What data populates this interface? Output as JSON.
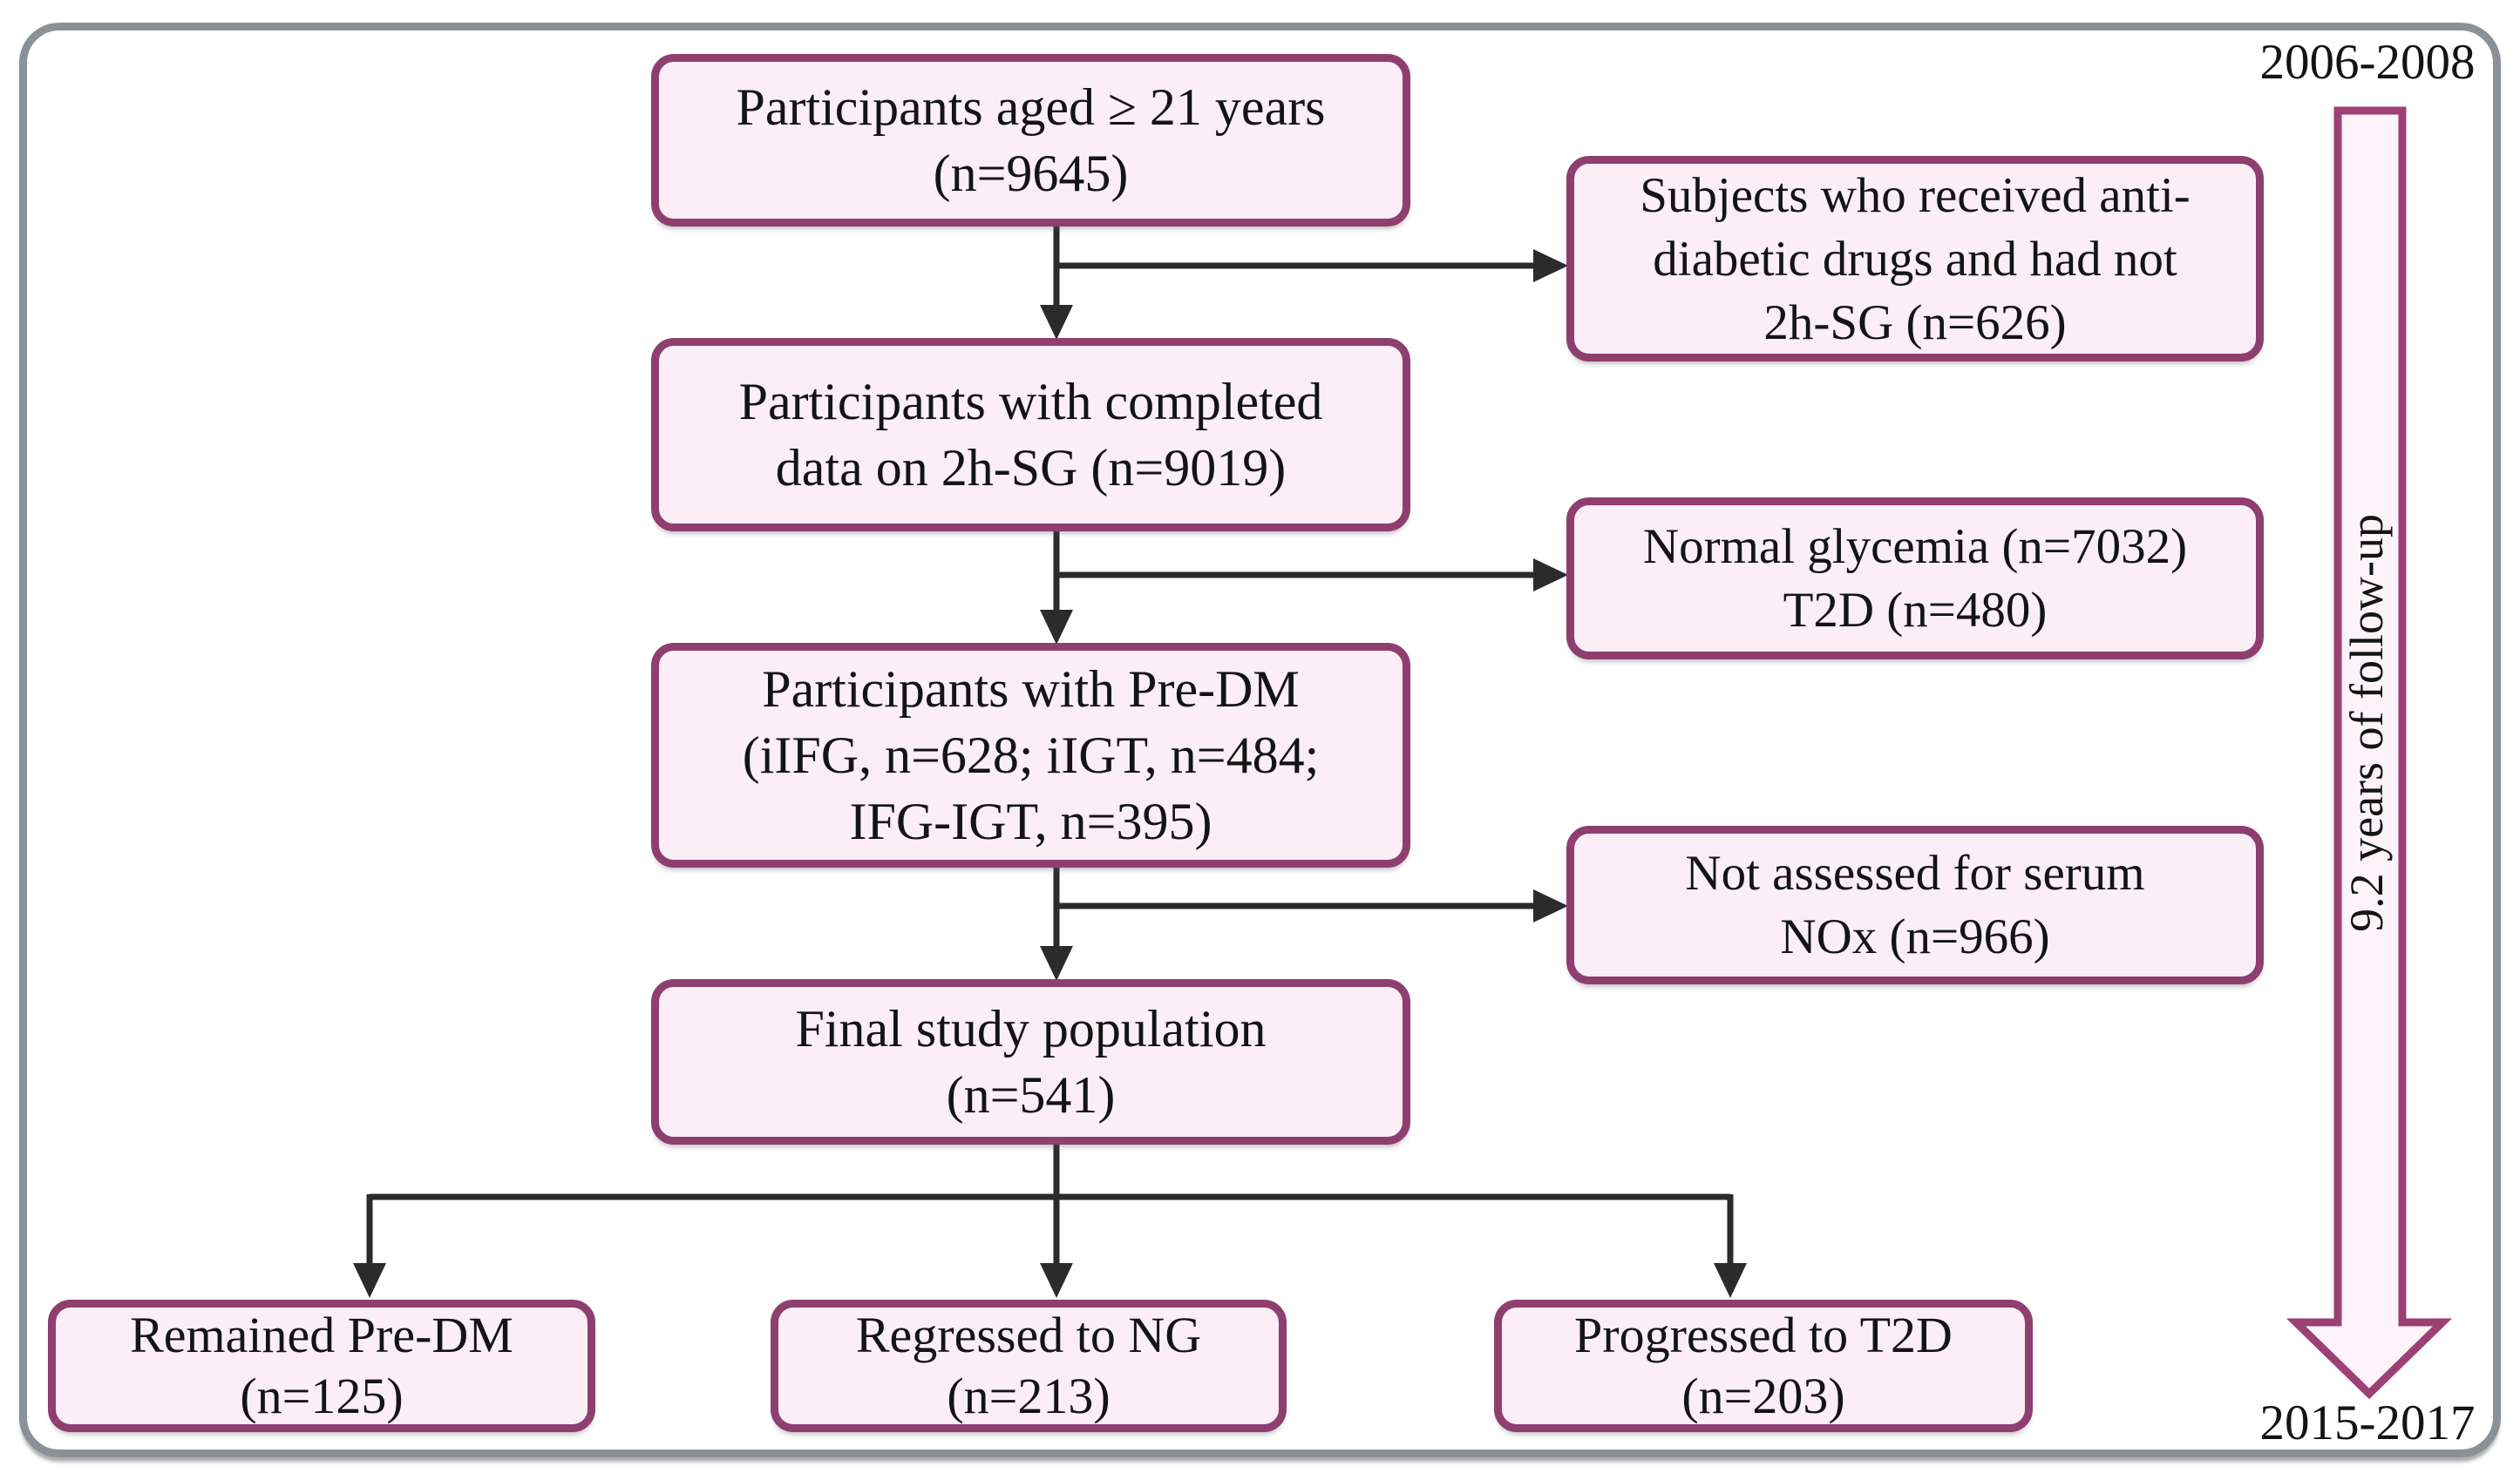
{
  "diagram": {
    "type": "study-flowchart",
    "period_start": "2006-2008",
    "period_end": "2015-2017",
    "followup_label": "9.2 years of follow-up",
    "main_boxes": [
      {
        "id": "eligible",
        "lines": [
          "Participants aged ≥ 21 years",
          "(n=9645)"
        ]
      },
      {
        "id": "completed",
        "lines": [
          "Participants with completed",
          "data on 2h-SG (n=9019)"
        ]
      },
      {
        "id": "prediabetes",
        "lines": [
          "Participants with Pre-DM",
          "(iIFG, n=628; iIGT, n=484;",
          "IFG-IGT, n=395)"
        ]
      },
      {
        "id": "final",
        "lines": [
          "Final study population",
          "(n=541)"
        ]
      }
    ],
    "exclusion_boxes": [
      {
        "lines": [
          "Subjects who received anti-",
          "diabetic drugs and had not",
          "2h-SG (n=626)"
        ]
      },
      {
        "lines": [
          "Normal glycemia (n=7032)",
          "T2D (n=480)"
        ]
      },
      {
        "lines": [
          "Not assessed for serum",
          "NOx (n=966)"
        ]
      }
    ],
    "outcome_boxes": [
      {
        "lines": [
          "Remained Pre-DM",
          "(n=125)"
        ]
      },
      {
        "lines": [
          "Regressed to NG",
          "(n=213)"
        ]
      },
      {
        "lines": [
          "Progressed to T2D",
          "(n=203)"
        ]
      }
    ],
    "colors": {
      "box_border": "#8e3f6f",
      "box_fill": "#fbeef6",
      "connector": "#2b2b2b",
      "frame_border": "#8b9196",
      "timeline_arrow_fill": "#fdf3f9",
      "timeline_arrow_border": "#9c4076"
    }
  }
}
